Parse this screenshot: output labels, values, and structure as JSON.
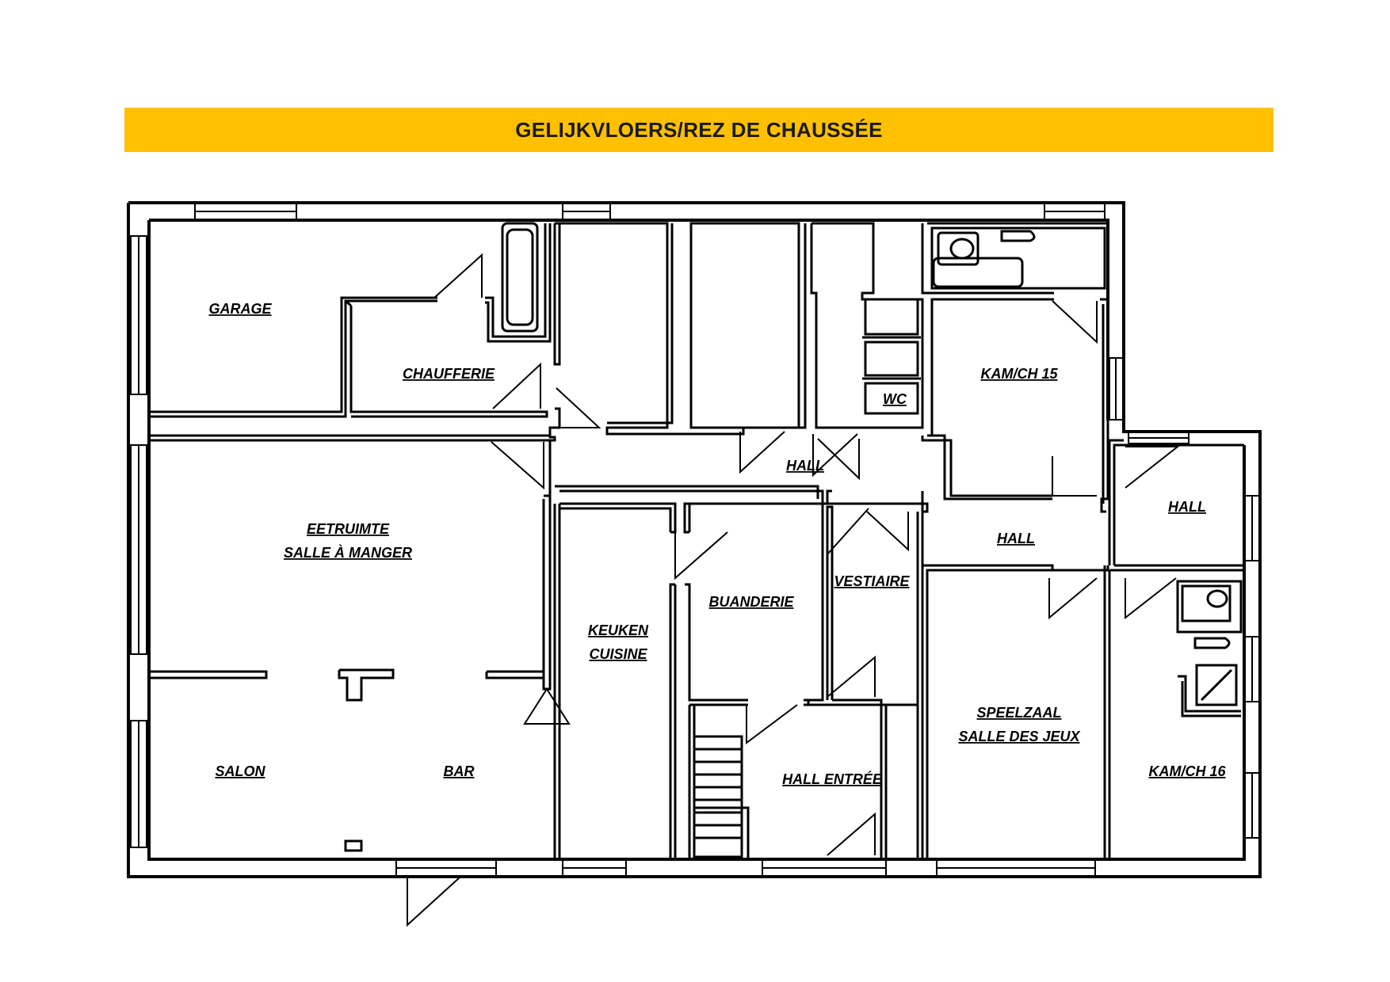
{
  "title": "GELIJKVLOERS/REZ DE CHAUSSÉE",
  "colors": {
    "banner": "#fec000",
    "walls": "#000000",
    "background": "#ffffff"
  },
  "rooms": {
    "garage": "GARAGE",
    "chaufferie": "CHAUFFERIE",
    "kam15": "KAM/CH 15",
    "wc": "WC",
    "hall_top": "HALL",
    "eetruimte_nl": "EETRUIMTE",
    "eetruimte_fr": "SALLE À MANGER",
    "hall_right": "HALL",
    "hall_mid": "HALL",
    "vestiaire": "VESTIAIRE",
    "buanderie": "BUANDERIE",
    "keuken_nl": "KEUKEN",
    "keuken_fr": "CUISINE",
    "speelzaal_nl": "SPEELZAAL",
    "speelzaal_fr": "SALLE DES JEUX",
    "salon": "SALON",
    "bar": "BAR",
    "hall_entree": "HALL ENTRÉE",
    "kam16": "KAM/CH 16"
  }
}
